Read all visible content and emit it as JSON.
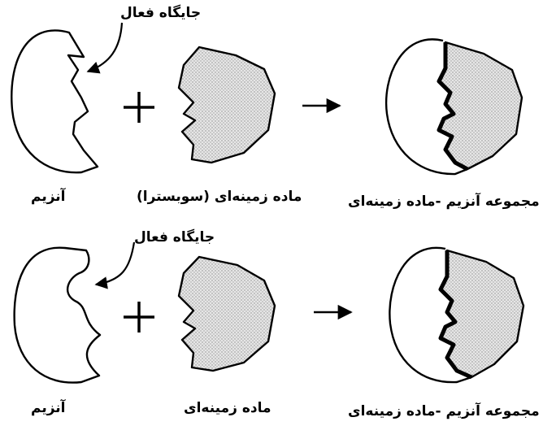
{
  "rows": [
    {
      "active_site_label": "جایگاه فعال",
      "enzyme_label": "آنزیم",
      "substrate_label": "ماده زمینه‌ای (سوبسترا)",
      "complex_label": "مجموعه آنزیم -ماده زمینه‌ای",
      "plus": "+",
      "model": "lock-and-key"
    },
    {
      "active_site_label": "جایگاه فعال",
      "enzyme_label": "آنزیم",
      "substrate_label": "ماده زمینه‌ای",
      "complex_label": "مجموعه آنزیم -ماده زمینه‌ای",
      "plus": "+",
      "model": "induced-fit"
    }
  ]
}
